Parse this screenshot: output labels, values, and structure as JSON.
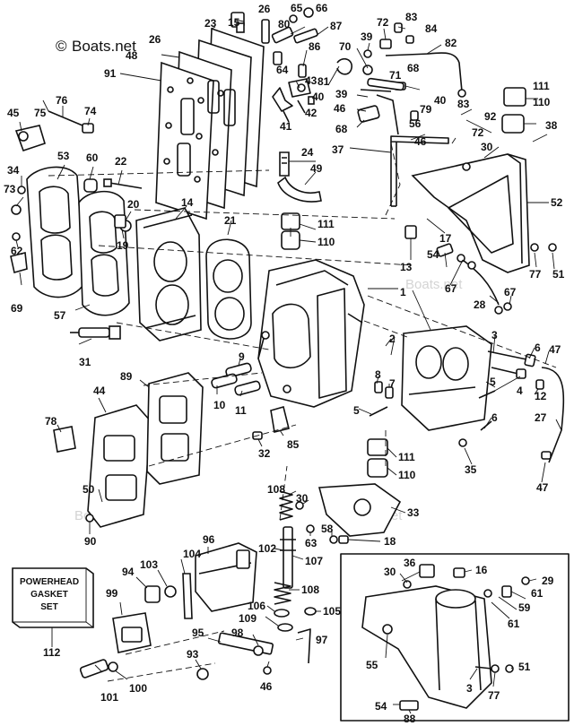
{
  "watermark": {
    "text": "Boats.net",
    "copyright": "©"
  },
  "gasket_set": {
    "line1": "POWERHEAD",
    "line2": "GASKET",
    "line3": "SET",
    "callout": "112"
  },
  "callouts": {
    "c1": "1",
    "c2": "2",
    "c3": "3",
    "c3b": "3",
    "c4": "4",
    "c5": "5",
    "c5b": "5",
    "c6": "6",
    "c6b": "6",
    "c7": "7",
    "c8": "8",
    "c9": "9",
    "c10": "10",
    "c11": "11",
    "c12": "12",
    "c13": "13",
    "c14": "14",
    "c15": "15",
    "c16": "16",
    "c17": "17",
    "c18": "18",
    "c19": "19",
    "c20": "20",
    "c21": "21",
    "c22": "22",
    "c23": "23",
    "c24": "24",
    "c26": "26",
    "c26b": "26",
    "c27": "27",
    "c28": "28",
    "c29": "29",
    "c30": "30",
    "c30b": "30",
    "c30c": "30",
    "c31": "31",
    "c32": "32",
    "c33": "33",
    "c34": "34",
    "c35": "35",
    "c36": "36",
    "c37": "37",
    "c38": "38",
    "c39": "39",
    "c39b": "39",
    "c40": "40",
    "c40b": "40",
    "c41": "41",
    "c42": "42",
    "c43": "43",
    "c44": "44",
    "c45": "45",
    "c46": "46",
    "c46b": "46",
    "c46c": "46",
    "c47": "47",
    "c47b": "47",
    "c48": "48",
    "c49": "49",
    "c50": "50",
    "c51": "51",
    "c51b": "51",
    "c52": "52",
    "c53": "53",
    "c54": "54",
    "c54b": "54",
    "c55": "55",
    "c56": "56",
    "c57": "57",
    "c58": "58",
    "c59": "59",
    "c60": "60",
    "c61": "61",
    "c61b": "61",
    "c62": "62",
    "c63": "63",
    "c64": "64",
    "c65": "65",
    "c66": "66",
    "c67": "67",
    "c67b": "67",
    "c68": "68",
    "c68b": "68",
    "c69": "69",
    "c70": "70",
    "c71": "71",
    "c72": "72",
    "c72b": "72",
    "c73": "73",
    "c74": "74",
    "c75": "75",
    "c76": "76",
    "c77": "77",
    "c77b": "77",
    "c78": "78",
    "c79": "79",
    "c80": "80",
    "c81": "81",
    "c82": "82",
    "c83": "83",
    "c83b": "83",
    "c84": "84",
    "c85": "85",
    "c86": "86",
    "c87": "87",
    "c88": "88",
    "c89": "89",
    "c90": "90",
    "c91": "91",
    "c92": "92",
    "c93": "93",
    "c94": "94",
    "c95": "95",
    "c96": "96",
    "c97": "97",
    "c98": "98",
    "c99": "99",
    "c100": "100",
    "c101": "101",
    "c102": "102",
    "c103": "103",
    "c104": "104",
    "c105": "105",
    "c106": "106",
    "c107": "107",
    "c108": "108",
    "c108b": "108",
    "c109": "109",
    "c110": "110",
    "c110b": "110",
    "c110c": "110",
    "c111": "111",
    "c111b": "111",
    "c111c": "111"
  }
}
